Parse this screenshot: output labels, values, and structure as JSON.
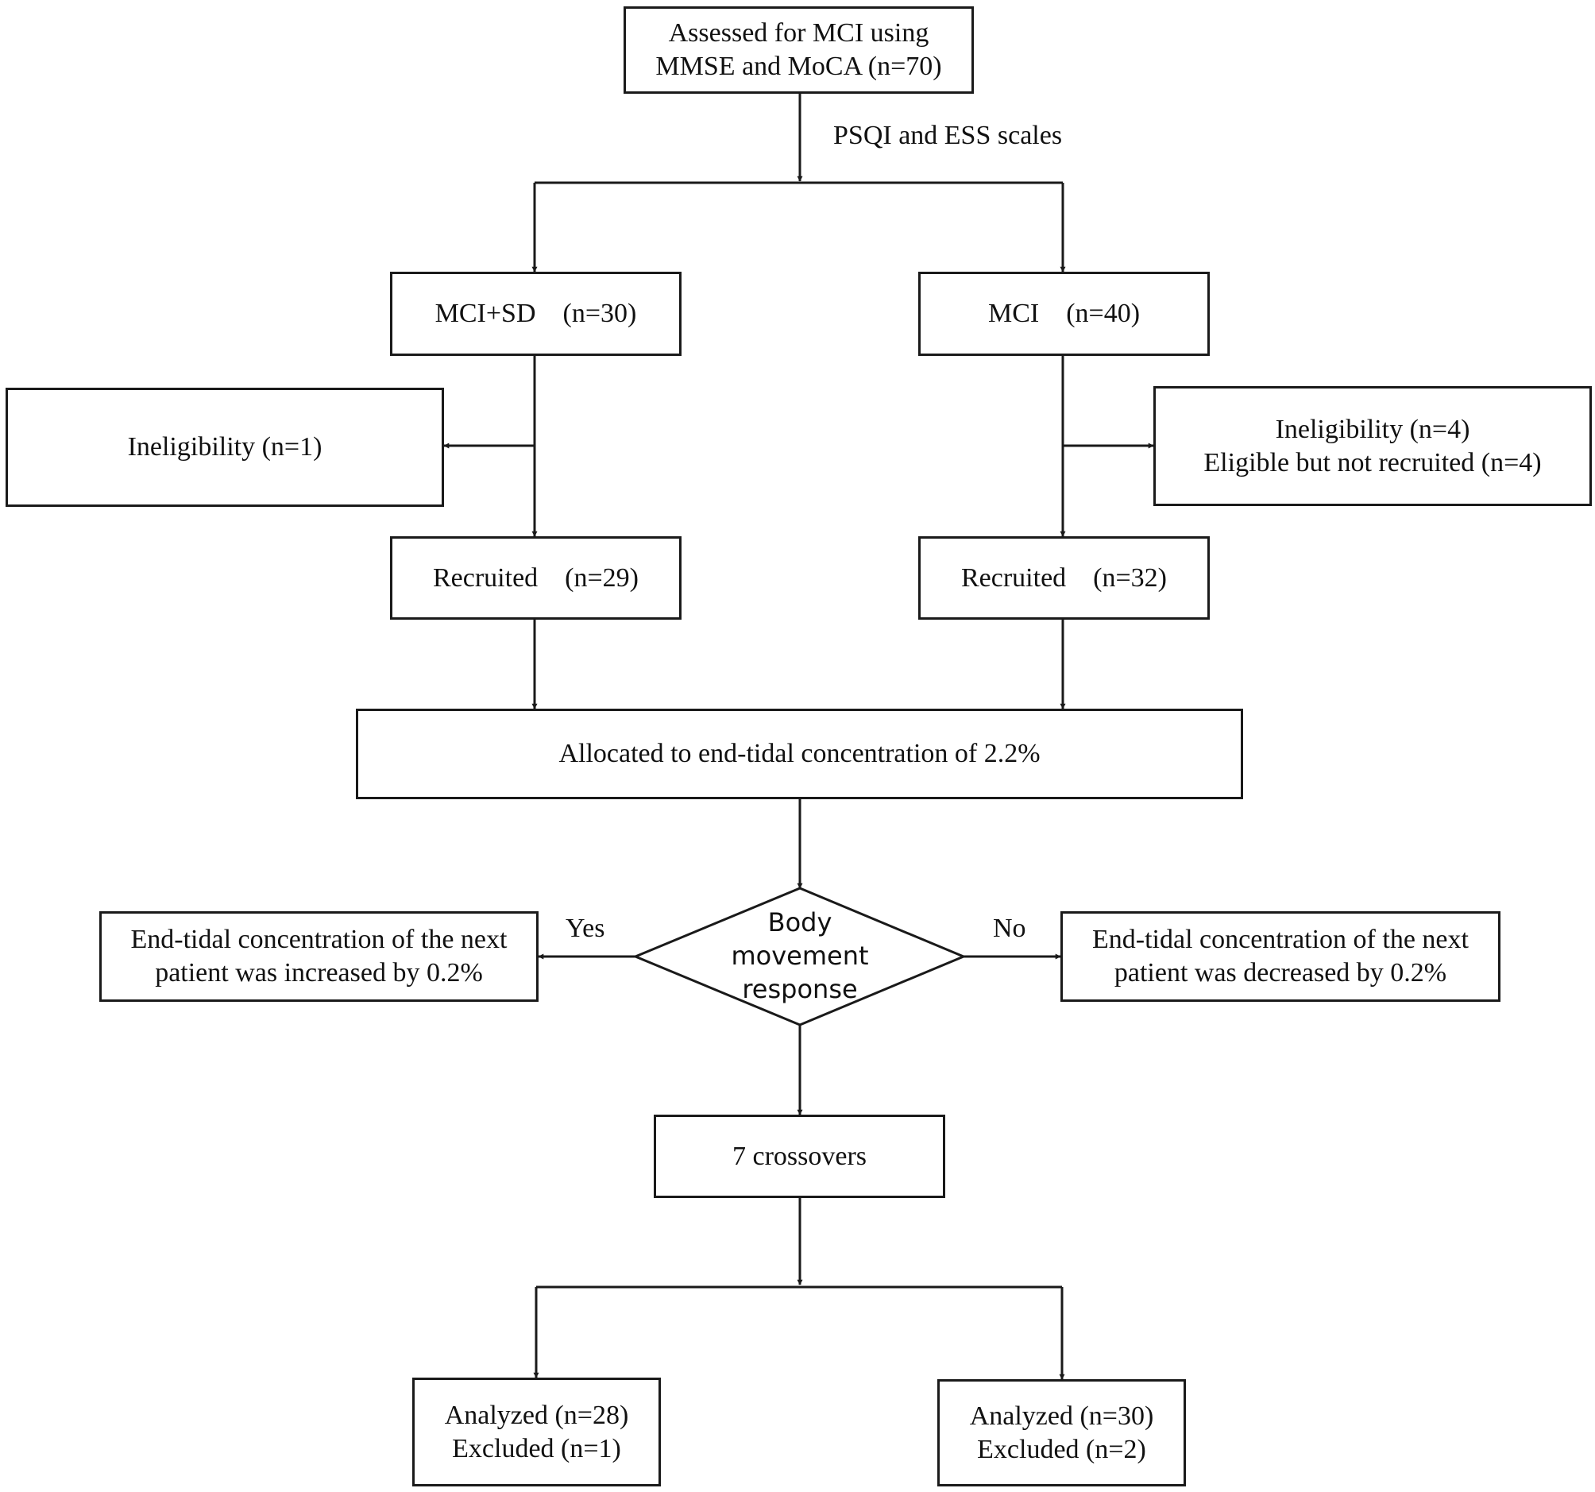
{
  "flowchart": {
    "assessed": "Assessed for MCI using\nMMSE and MoCA (n=70)",
    "scales_label": "PSQI and ESS scales",
    "mci_sd": "MCI+SD　(n=30)",
    "mci": "MCI　(n=40)",
    "ineligible_left": "Ineligibility (n=1)",
    "ineligible_right": "Ineligibility (n=4)\nEligible but not recruited (n=4)",
    "recruited_left": "Recruited　(n=29)",
    "recruited_right": "Recruited　(n=32)",
    "allocated": "Allocated to end-tidal concentration of 2.2%",
    "decision": "Body\nmovement\nresponse",
    "yes_label": "Yes",
    "no_label": "No",
    "increase": "End-tidal concentration of the next\npatient was increased by 0.2%",
    "decrease": "End-tidal concentration of the next\npatient was decreased by 0.2%",
    "crossovers": "7 crossovers",
    "analyzed_left": "Analyzed (n=28)\nExcluded (n=1)",
    "analyzed_right": "Analyzed (n=30)\nExcluded (n=2)"
  }
}
